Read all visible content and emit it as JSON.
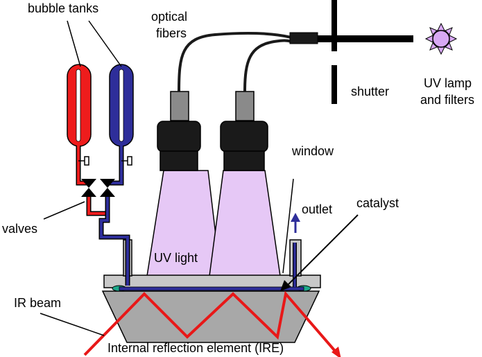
{
  "labels": {
    "bubble_tanks": "bubble tanks",
    "optical_fibers_1": "optical",
    "optical_fibers_2": "fibers",
    "shutter": "shutter",
    "uv_lamp_1": "UV lamp",
    "uv_lamp_2": "and filters",
    "window": "window",
    "outlet": "outlet",
    "catalyst": "catalyst",
    "valves": "valves",
    "uv_light": "UV light",
    "ir_beam": "IR beam",
    "ire": "Internal reflection element (IRE)"
  },
  "colors": {
    "tank_red": "#ee1c1c",
    "tank_blue": "#2e2e9a",
    "uv_light": "#e6c8f6",
    "uv_lamp": "#d8a8f4",
    "ir_beam": "#e81818",
    "cell_gray": "#c8c8c8",
    "ire_gray": "#a8a8a8",
    "seal_teal": "#1ea88a"
  }
}
